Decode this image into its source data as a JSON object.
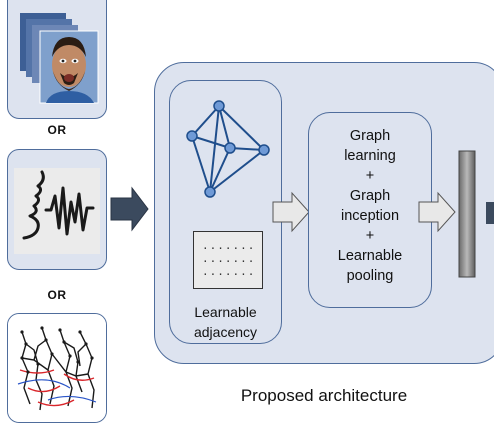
{
  "inputs": {
    "or_1": "OR",
    "or_2": "OR",
    "face_icon": "face-frames-icon",
    "audio_icon": "speech-waveform-icon",
    "skeleton_icon": "skeleton-pose-icon"
  },
  "architecture": {
    "graph_icon": "graph-network-icon",
    "adjacency_label_line1": "Learnable",
    "adjacency_label_line2": "adjacency",
    "core_lines": [
      "Graph",
      "learning",
      "+",
      "Graph",
      "inception",
      "+",
      "Learnable",
      "pooling"
    ],
    "caption": "Proposed architecture"
  },
  "colors": {
    "box_fill": "#dde3ef",
    "box_border": "#4f6d9c",
    "graph_edge": "#1f4e8c",
    "graph_node": "#6f9ad6",
    "dark_arrow": "#3b4a5e",
    "light_arrow": "#e8e8e8"
  }
}
